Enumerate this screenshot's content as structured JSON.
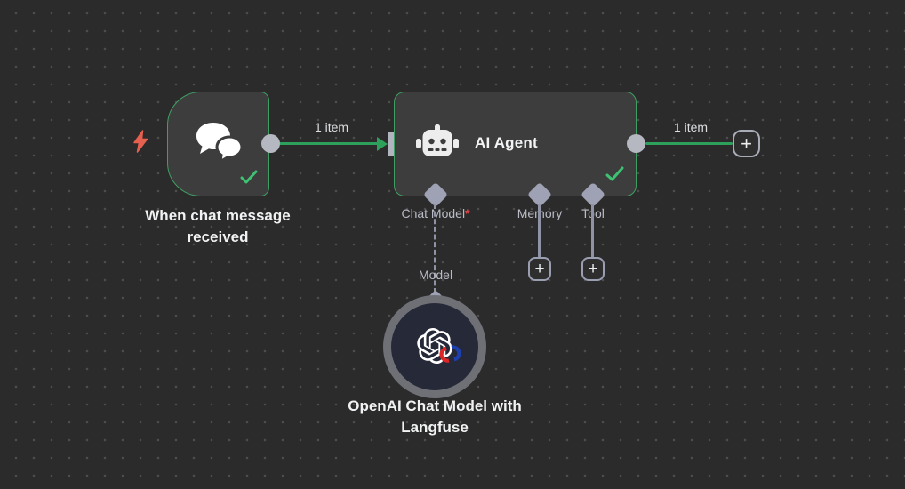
{
  "canvas": {
    "background": "#2b2b2b",
    "dot_color": "#4d4d4d"
  },
  "palette": {
    "node_fill": "#3d3d3d",
    "node_border_green": "#3f9f63",
    "connection_green": "#2da05c",
    "check_green": "#3fc173",
    "connector_gray": "#b5b7c1",
    "port_diamond_gray": "#9fa2b4",
    "port_label_gray": "#b9bcc6",
    "trigger_bolt_red": "#e5604e",
    "required_red": "#e5484d",
    "model_node_fill": "#262938",
    "model_node_ring": "#6f7076"
  },
  "nodes": {
    "trigger": {
      "label": "When chat message received",
      "status": "success"
    },
    "agent": {
      "title": "AI Agent",
      "status": "success",
      "ports": [
        {
          "label": "Chat Model",
          "required": "*"
        },
        {
          "label": "Memory"
        },
        {
          "label": "Tool"
        }
      ]
    },
    "model": {
      "label": "OpenAI Chat Model with Langfuse",
      "port_label": "Model"
    }
  },
  "connections": {
    "trigger_to_agent": {
      "label": "1 item"
    },
    "agent_to_next": {
      "label": "1 item"
    }
  },
  "buttons": {
    "add_next_node": "+",
    "add_memory": "+",
    "add_tool": "+"
  },
  "icons": {
    "trigger_badge": "lightning-bolt-icon",
    "trigger_node": "chat-bubbles-icon",
    "agent_node": "robot-icon",
    "model_node": "openai-logo-icon",
    "model_badge": "langfuse-badge-icon",
    "node_status": "check-icon",
    "add_buttons": "plus-icon"
  }
}
